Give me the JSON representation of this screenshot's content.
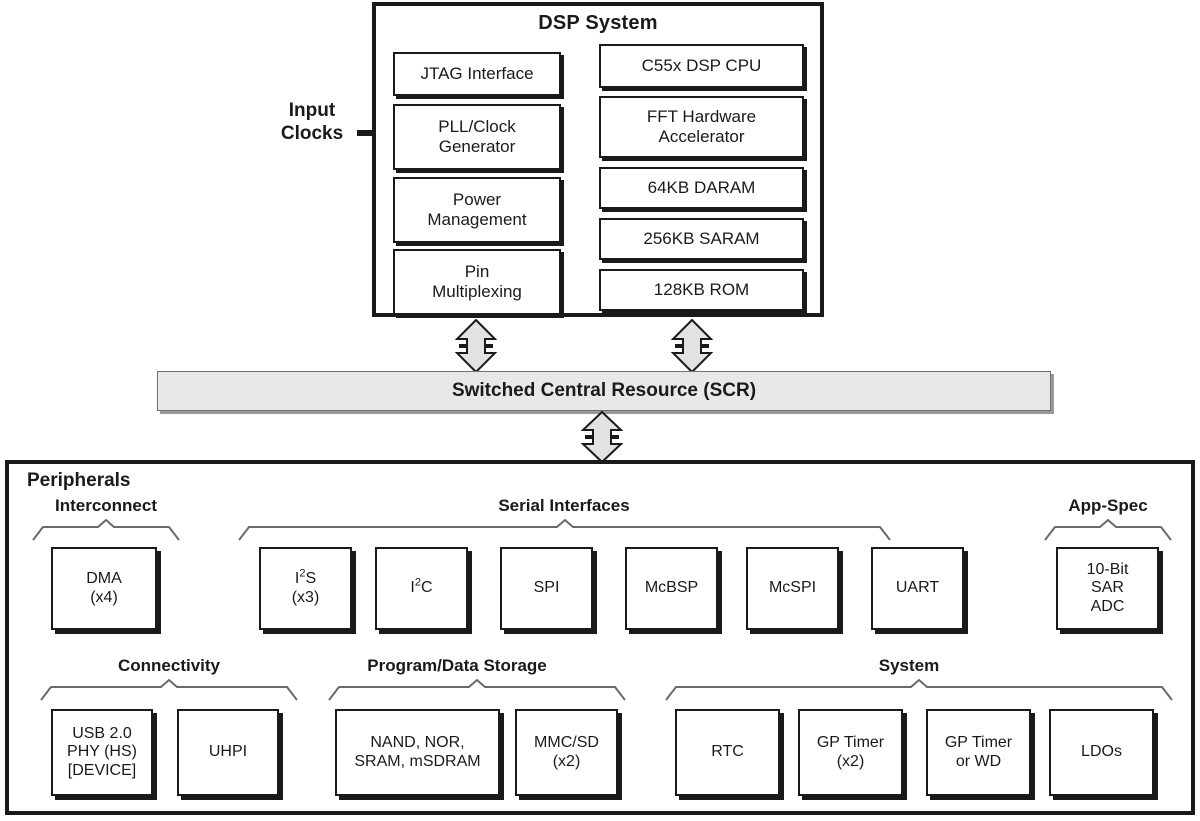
{
  "diagram": {
    "title": "DSP System",
    "input_label": "Input\nClocks",
    "input_label_line1": "Input",
    "input_label_line2": "Clocks",
    "scr_label": "Switched Central Resource (SCR)",
    "peripherals_title": "Peripherals"
  },
  "colors": {
    "outline": "#1a1a1a",
    "box_fill": "#ffffff",
    "scr_fill": "#e8e8e8",
    "scr_border": "#6f6f6f",
    "arrow_fill": "#e2e2e2",
    "page_bg": "#ffffff"
  },
  "dsp_left_column": [
    {
      "label": "JTAG Interface"
    },
    {
      "label": "PLL/Clock\nGenerator",
      "line1": "PLL/Clock",
      "line2": "Generator"
    },
    {
      "label": "Power\nManagement",
      "line1": "Power",
      "line2": "Management"
    },
    {
      "label": "Pin\nMultiplexing",
      "line1": "Pin",
      "line2": "Multiplexing"
    }
  ],
  "dsp_right_column": [
    {
      "label": "C55x DSP CPU"
    },
    {
      "label": "FFT Hardware\nAccelerator",
      "line1": "FFT Hardware",
      "line2": "Accelerator"
    },
    {
      "label": "64KB DARAM"
    },
    {
      "label": "256KB SARAM"
    },
    {
      "label": "128KB ROM"
    }
  ],
  "peripheral_groups": [
    {
      "name": "Interconnect",
      "label": "Interconnect",
      "boxes": [
        {
          "name": "dma",
          "line1": "DMA",
          "line2": "(x4)"
        }
      ]
    },
    {
      "name": "Serial Interfaces",
      "label": "Serial Interfaces",
      "boxes": [
        {
          "name": "i2s",
          "base1": "I",
          "sup1": "2",
          "base2": "S",
          "line2": "(x3)"
        },
        {
          "name": "i2c",
          "base1": "I",
          "sup1": "2",
          "base2": "C",
          "line2": ""
        },
        {
          "name": "spi",
          "line1": "SPI",
          "line2": ""
        },
        {
          "name": "mcbsp",
          "line1": "McBSP",
          "line2": ""
        },
        {
          "name": "mcspi",
          "line1": "McSPI",
          "line2": ""
        },
        {
          "name": "uart",
          "line1": "UART",
          "line2": ""
        }
      ]
    },
    {
      "name": "App-Spec",
      "label": "App-Spec",
      "boxes": [
        {
          "name": "sar-adc",
          "line1": "10-Bit",
          "line2": "SAR",
          "line3": "ADC"
        }
      ]
    },
    {
      "name": "Connectivity",
      "label": "Connectivity",
      "boxes": [
        {
          "name": "usb-phy",
          "line1": "USB 2.0",
          "line2": "PHY (HS)",
          "line3": "[DEVICE]"
        },
        {
          "name": "uhpi",
          "line1": "UHPI",
          "line2": ""
        }
      ]
    },
    {
      "name": "Program/Data Storage",
      "label": "Program/Data Storage",
      "boxes": [
        {
          "name": "memories",
          "line1": "NAND, NOR,",
          "line2": "SRAM, mSDRAM"
        },
        {
          "name": "mmc-sd",
          "line1": "MMC/SD",
          "line2": "(x2)"
        }
      ]
    },
    {
      "name": "System",
      "label": "System",
      "boxes": [
        {
          "name": "rtc",
          "line1": "RTC",
          "line2": ""
        },
        {
          "name": "gp-timer",
          "line1": "GP Timer",
          "line2": "(x2)"
        },
        {
          "name": "gp-timer-wd",
          "line1": "GP Timer",
          "line2": "or WD"
        },
        {
          "name": "ldos",
          "line1": "LDOs",
          "line2": ""
        }
      ]
    }
  ]
}
